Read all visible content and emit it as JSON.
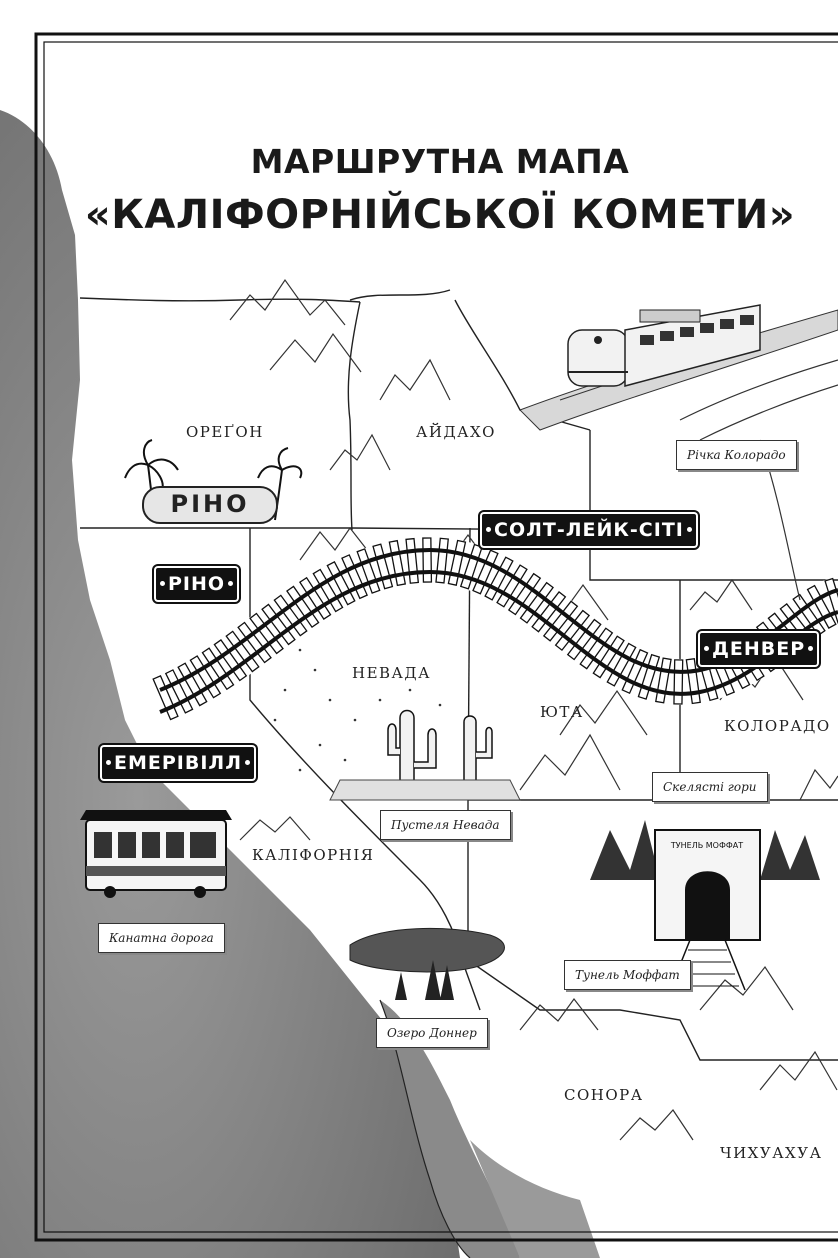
{
  "title": {
    "line1": "МАРШРУТНА МАПА",
    "line2": "«КАЛІФОРНІЙСЬКОЇ КОМЕТИ»"
  },
  "states": {
    "oregon": "ОРЕҐОН",
    "idaho": "АЙДАХО",
    "nevada": "НЕВАДА",
    "utah": "ЮТА",
    "colorado": "КОЛОРАДО",
    "california": "КАЛІФОРНІЯ",
    "sonora": "СОНОРА",
    "chihuahua": "ЧИХУАХУА"
  },
  "stations": {
    "reno": "РІНО",
    "salt_lake_city": "СОЛТ-ЛЕЙК-СІТІ",
    "denver": "ДЕНВЕР",
    "emeryville": "ЕМЕРІВІЛЛ"
  },
  "reno_sign": "РІНО",
  "landmarks": {
    "colorado_river": "Річка Колорадо",
    "nevada_desert": "Пустеля Невада",
    "rocky_mountains": "Скелясті гори",
    "cable_car": "Канатна дорога",
    "moffat_tunnel": "Тунель Моффат",
    "donner_lake": "Озеро Доннер"
  },
  "tunnel_sign": "ТУНЕЛЬ МОФФАТ",
  "colors": {
    "ocean": "#8a8a8a",
    "land": "#ffffff",
    "ink": "#1a1a1a",
    "lake": "#555555"
  },
  "icons": [
    "train-icon",
    "cable-car-icon",
    "cactus-icon",
    "palm-tree-icon",
    "tunnel-icon",
    "mountain-icon",
    "pine-tree-icon"
  ]
}
